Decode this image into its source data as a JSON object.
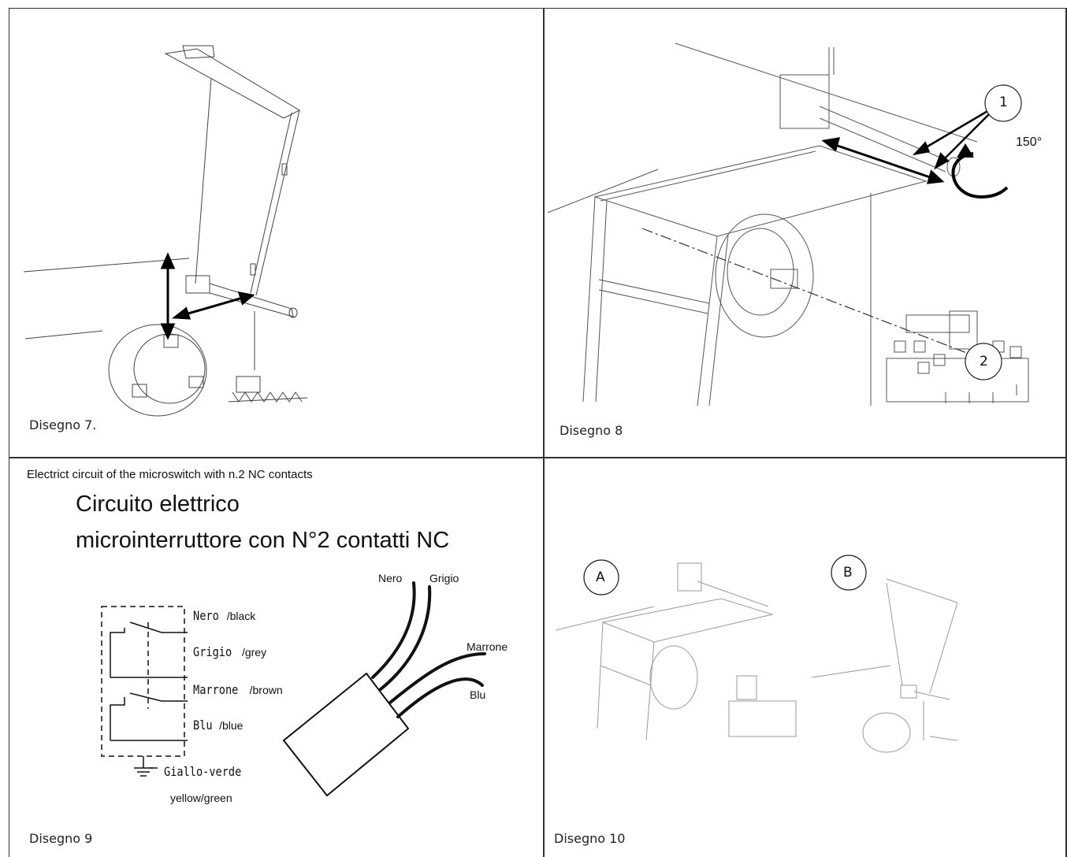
{
  "panels": {
    "d7": {
      "caption": "Disegno 7."
    },
    "d8": {
      "caption": "Disegno 8",
      "callout1": "1",
      "callout2": "2",
      "angle": "150°"
    },
    "d9": {
      "caption": "Disegno 9",
      "note": "Electrict circuit of the microswitch with n.2 NC contacts",
      "title_line1": "Circuito elettrico",
      "title_line2": "microinterruttore con N°2 contatti NC",
      "labels": {
        "nero": "Nero",
        "nero_en": "/black",
        "grigio": "Grigio",
        "grigio_en": "/grey",
        "marrone": "Marrone",
        "marrone_en": "/brown",
        "blu": "Blu",
        "blu_en": "/blue",
        "ground": "Giallo-verde",
        "ground_en": "yellow/green"
      },
      "wires": {
        "nero": "Nero",
        "grigio": "Grigio",
        "marrone": "Marrone",
        "blu": "Blu"
      }
    },
    "d10": {
      "caption": "Disegno 10",
      "callout_a": "A",
      "callout_b": "B"
    }
  }
}
